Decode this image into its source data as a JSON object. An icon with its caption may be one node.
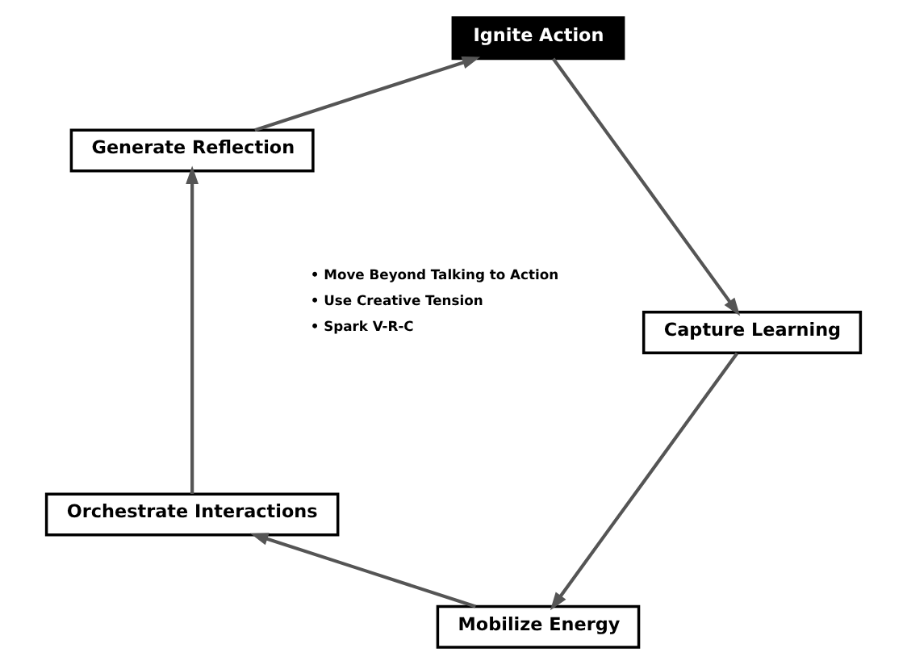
{
  "diagram": {
    "nodes": [
      {
        "text": [
          "Mobilize Energy"
        ]
      },
      {
        "text": [
          "Orchestrate Interactions"
        ]
      },
      {
        "text": [
          "Generate Reflection"
        ]
      },
      {
        "text": [
          "Ignite Action"
        ]
      },
      {
        "text": [
          "Capture Learning"
        ]
      }
    ],
    "edges": [
      {
        "from": 0,
        "to": 1,
        "arrow": "to"
      },
      {
        "from": 1,
        "to": 2,
        "arrow": "to"
      },
      {
        "from": 2,
        "to": 3,
        "arrow": "to"
      },
      {
        "from": 3,
        "to": 4,
        "arrow": "to"
      },
      {
        "from": 4,
        "to": 0,
        "arrow": "to"
      }
    ],
    "labels": [
      "• Move Beyond Talking to Action",
      "• Use Creative Tension",
      "• Spark V-R-C"
    ]
  }
}
